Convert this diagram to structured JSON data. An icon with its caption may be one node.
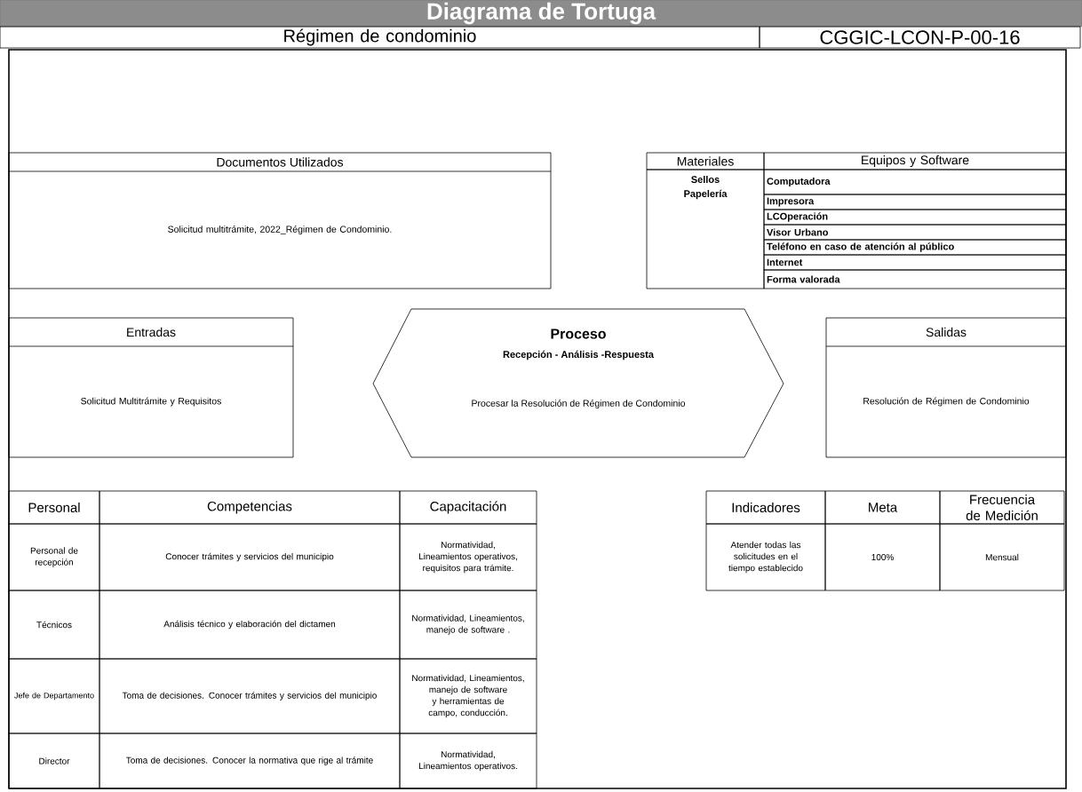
{
  "diagram": {
    "title": "Diagrama de Tortuga",
    "nodes": [
      {
        "text": [
          "Documentos Utilizados",
          "Solicitud multitrámite, 2022_Régimen de Condominio."
        ]
      },
      {
        "text": [
          "Entradas",
          "Solicitud Multitrámite y Requisitos"
        ]
      },
      {
        "text": [
          "Proceso",
          "Recepción - Análisis -Respuesta",
          "Procesar la Resolución de Régimen de Condominio"
        ]
      },
      {
        "text": [
          "Salidas",
          "Resolución de Régimen de Condominio"
        ]
      }
    ],
    "edges": [],
    "labels": [
      "Régimen de condominio",
      "CGGIC-LCON-P-00-16",
      "Materiales",
      "Equipos y Software",
      "Sellos",
      "Papelería",
      "Computadora",
      "Impresora",
      "LCOperación",
      "Visor Urbano",
      "Teléfono en caso de atención al público",
      "Internet",
      "Forma valorada",
      "Personal",
      "Competencias",
      "Capacitación",
      "Personal de recepción",
      "Conocer trámites y servicios del municipio",
      "Normatividad, Lineamientos operativos, requisitos para trámite.",
      "Técnicos",
      "Análisis técnico y elaboración del dictamen",
      "Normatividad, Lineamientos, manejo de software .",
      "Jefe de Departamento",
      "Toma de decisiones. Conocer trámites y servicios del municipio",
      "Normatividad, Lineamientos, manejo de software y herramientas de campo, conducción.",
      "Director",
      "Toma de decisiones. Conocer la normativa que rige al trámite",
      "Normatividad, Lineamientos operativos.",
      "Indicadores",
      "Meta",
      "Frecuencia de Medición",
      "Atender todas las solicitudes en el tiempo establecido",
      "100%",
      "Mensual"
    ]
  }
}
